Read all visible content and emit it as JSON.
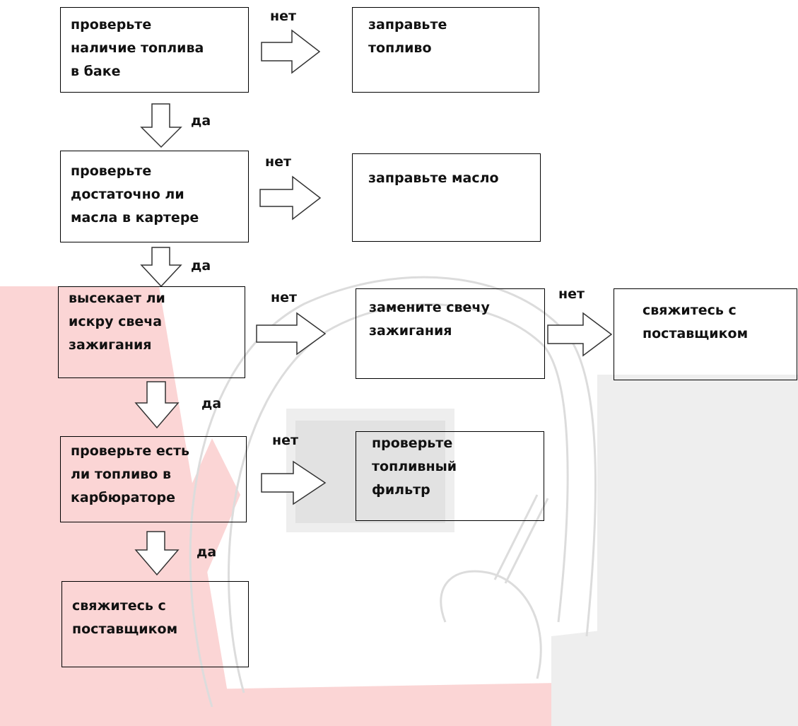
{
  "watermark": {
    "red_color": "#fbd5d5",
    "gray_color": "#eeeeee",
    "outline_color": "#dcdcdc"
  },
  "boxes": {
    "check_fuel": "проверьте\nналичие топлива\nв баке",
    "refuel": "заправьте\nтопливо",
    "check_oil": "проверьте\nдостаточно ли\nмасла в картере",
    "add_oil": "заправьте масло",
    "check_spark": "высекает ли\nискру свеча\nзажигания",
    "replace_plug": "замените свечу\nзажигания",
    "contact_supplier_right": "свяжитесь с\nпоставщиком",
    "check_carb": "проверьте есть\nли топливо в\nкарбюраторе",
    "check_filter": "проверьте\nтопливный\nфильтр",
    "contact_supplier_bottom": "свяжитесь с\nпоставщиком"
  },
  "labels": {
    "no_1": "нет",
    "no_2": "нет",
    "no_3": "нет",
    "no_4": "нет",
    "no_5": "нет",
    "yes_1": "да",
    "yes_2": "да",
    "yes_3": "да",
    "yes_4": "да"
  }
}
